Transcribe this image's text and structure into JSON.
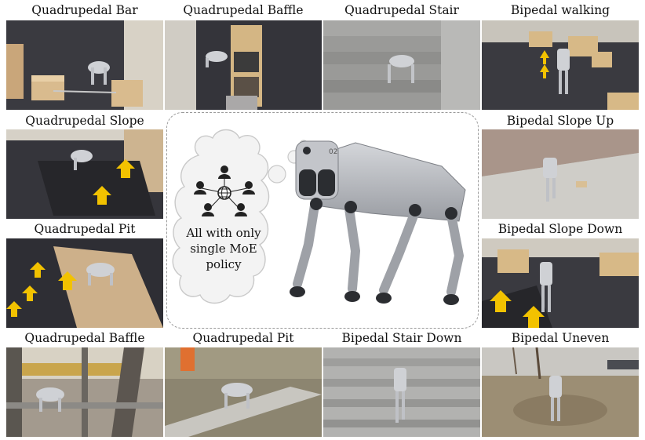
{
  "tiles": [
    {
      "id": "quad-bar",
      "caption": "Quadrupedal Bar"
    },
    {
      "id": "quad-baffle-1",
      "caption": "Quadrupedal Baffle"
    },
    {
      "id": "quad-stair",
      "caption": "Quadrupedal Stair"
    },
    {
      "id": "biped-walking",
      "caption": "Bipedal walking"
    },
    {
      "id": "quad-slope",
      "caption": "Quadrupedal Slope"
    },
    {
      "id": "biped-slope-up",
      "caption": "Bipedal Slope Up"
    },
    {
      "id": "quad-pit-1",
      "caption": "Quadrupedal Pit"
    },
    {
      "id": "biped-slope-down",
      "caption": "Bipedal Slope Down"
    },
    {
      "id": "quad-baffle-2",
      "caption": "Quadrupedal Baffle"
    },
    {
      "id": "quad-pit-2",
      "caption": "Quadrupedal Pit"
    },
    {
      "id": "biped-stair-down",
      "caption": "Bipedal Stair Down"
    },
    {
      "id": "biped-uneven",
      "caption": "Bipedal Uneven"
    }
  ],
  "center": {
    "thought_text": "All with only single MoE policy",
    "robot_label": "02",
    "icons": [
      "experts-network-icon"
    ]
  },
  "colors": {
    "floor_dark": "#2e2e34",
    "arrow_yellow": "#f2c200",
    "wood": "#cdb490",
    "robot_gray": "#b9bcc1",
    "robot_dark": "#2b2d31"
  }
}
